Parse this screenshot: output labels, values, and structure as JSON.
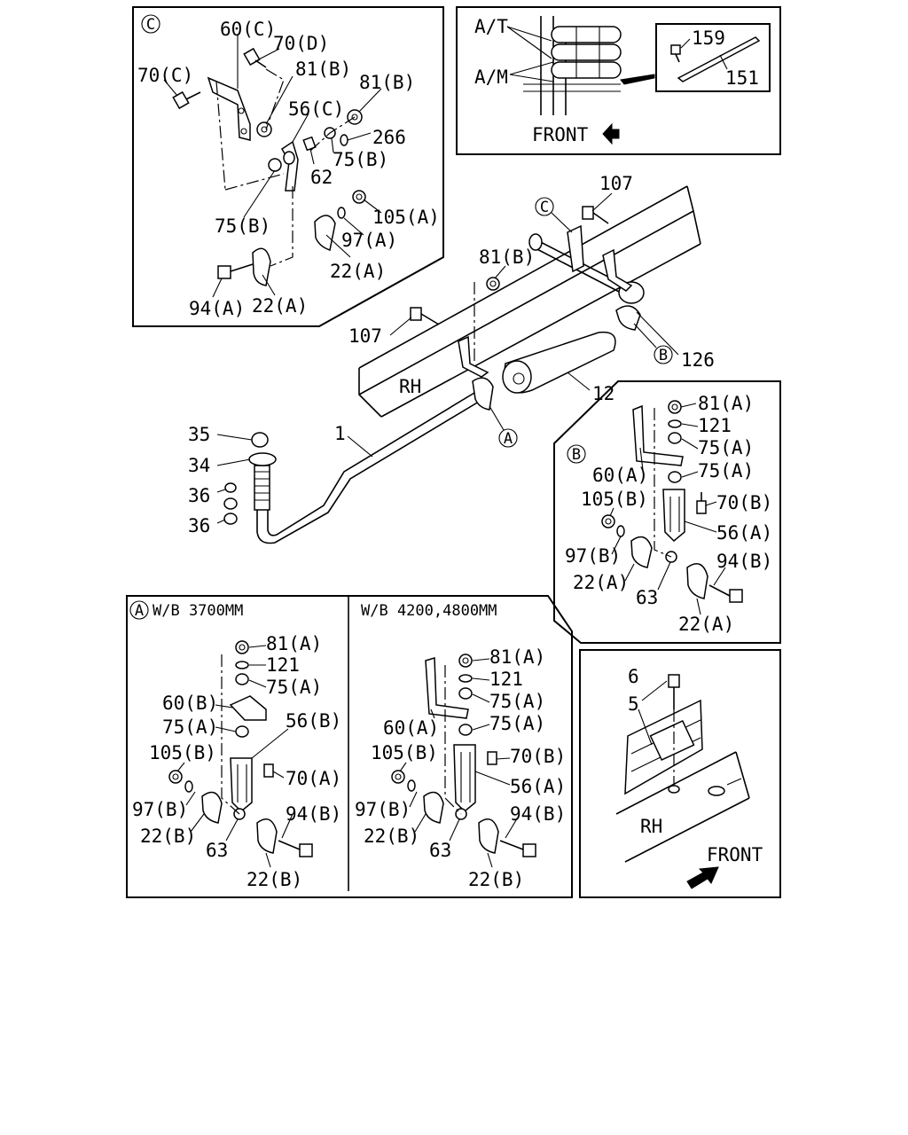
{
  "labels": {
    "c_60c": "60(C)",
    "c_70d": "70(D)",
    "c_70c": "70(C)",
    "c_81b_1": "81(B)",
    "c_81b_2": "81(B)",
    "c_56c": "56(C)",
    "c_266": "266",
    "c_75b_1": "75(B)",
    "c_62": "62",
    "c_105a": "105(A)",
    "c_75b_2": "75(B)",
    "c_97a": "97(A)",
    "c_22a_1": "22(A)",
    "c_94a": "94(A)",
    "c_22a_2": "22(A)",
    "t_at": "A/T",
    "t_am": "A/M",
    "t_159": "159",
    "t_151": "151",
    "t_front": "FRONT",
    "m_107_1": "107",
    "m_81b": "81(B)",
    "m_107_2": "107",
    "m_126": "126",
    "m_rh": "RH",
    "m_12": "12",
    "m_1": "1",
    "m_35": "35",
    "m_34": "34",
    "m_36_1": "36",
    "m_36_2": "36",
    "b_81a": "81(A)",
    "b_121": "121",
    "b_75a_1": "75(A)",
    "b_75a_2": "75(A)",
    "b_60a": "60(A)",
    "b_105b": "105(B)",
    "b_70b": "70(B)",
    "b_56a": "56(A)",
    "b_97b": "97(B)",
    "b_94b": "94(B)",
    "b_22a_1": "22(A)",
    "b_63": "63",
    "b_22a_2": "22(A)",
    "a_title": "W/B 3700MM",
    "a_81a": "81(A)",
    "a_121": "121",
    "a_75a_1": "75(A)",
    "a_60b": "60(B)",
    "a_75a_2": "75(A)",
    "a_56b": "56(B)",
    "a_105b": "105(B)",
    "a_70a": "70(A)",
    "a_97b": "97(B)",
    "a_94b": "94(B)",
    "a_22b_1": "22(B)",
    "a_63": "63",
    "a_22b_2": "22(B)",
    "w_title": "W/B 4200,4800MM",
    "w_81a": "81(A)",
    "w_121": "121",
    "w_75a_1": "75(A)",
    "w_60a": "60(A)",
    "w_75a_2": "75(A)",
    "w_105b": "105(B)",
    "w_70b": "70(B)",
    "w_56a": "56(A)",
    "w_97b": "97(B)",
    "w_94b": "94(B)",
    "w_22b_1": "22(B)",
    "w_63": "63",
    "w_22b_2": "22(B)",
    "h_6": "6",
    "h_5": "5",
    "h_rh": "RH",
    "h_front": "FRONT"
  },
  "callouts": {
    "detail_c": "C",
    "detail_b": "B",
    "detail_a": "A",
    "main_c": "C",
    "main_b": "B",
    "main_a": "A"
  },
  "icons": {
    "front_arrow_top": "arrow-left-icon",
    "front_arrow_bottom": "arrow-up-right-icon"
  }
}
